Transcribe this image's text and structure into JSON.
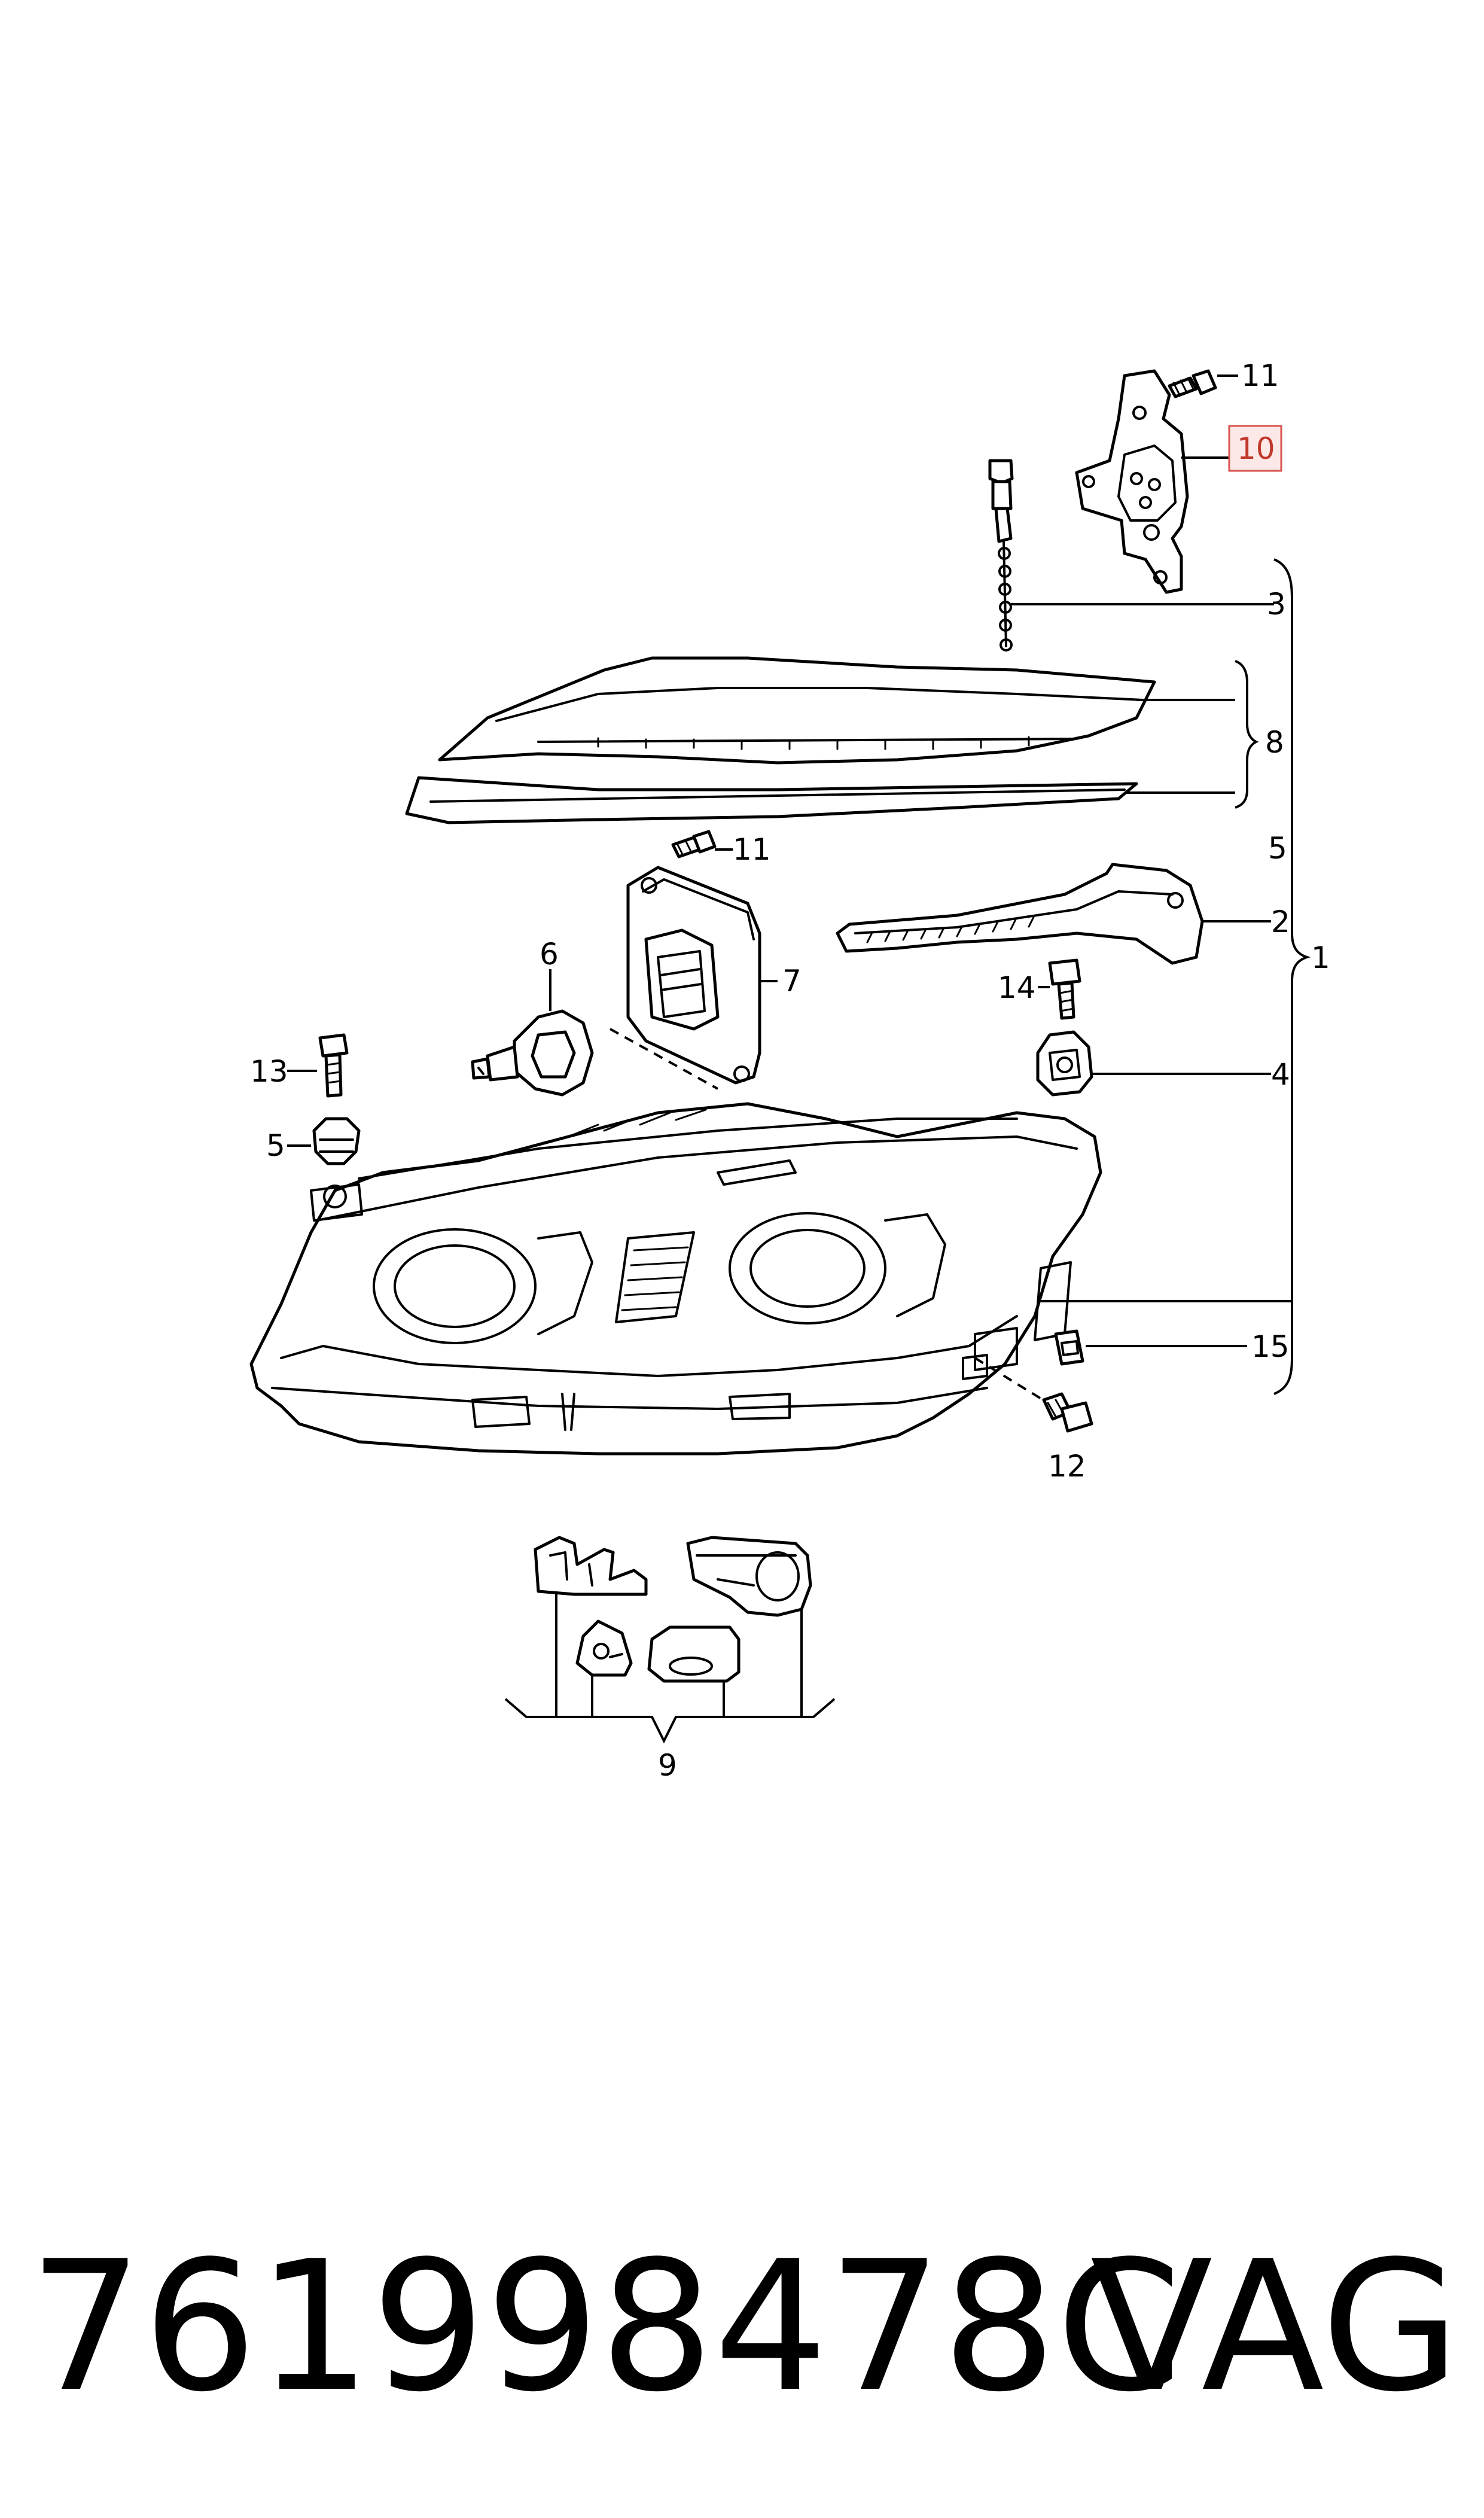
{
  "callouts": {
    "c1": "1",
    "c2": "2",
    "c3": "3",
    "c4": "4",
    "c5_left": "5",
    "c5_right": "5",
    "c6": "6",
    "c7": "7",
    "c8": "8",
    "c9": "9",
    "c10": "10",
    "c11_top": "11",
    "c11_mid": "11",
    "c12": "12",
    "c13": "13",
    "c14": "14",
    "c15": "15"
  },
  "highlighted_callout": "10",
  "footer": {
    "part_number": "761998478C",
    "brand": "VAG"
  },
  "colors": {
    "line": "#000000",
    "highlight_border": "#d9534f",
    "highlight_fill": "#fde8e8"
  }
}
